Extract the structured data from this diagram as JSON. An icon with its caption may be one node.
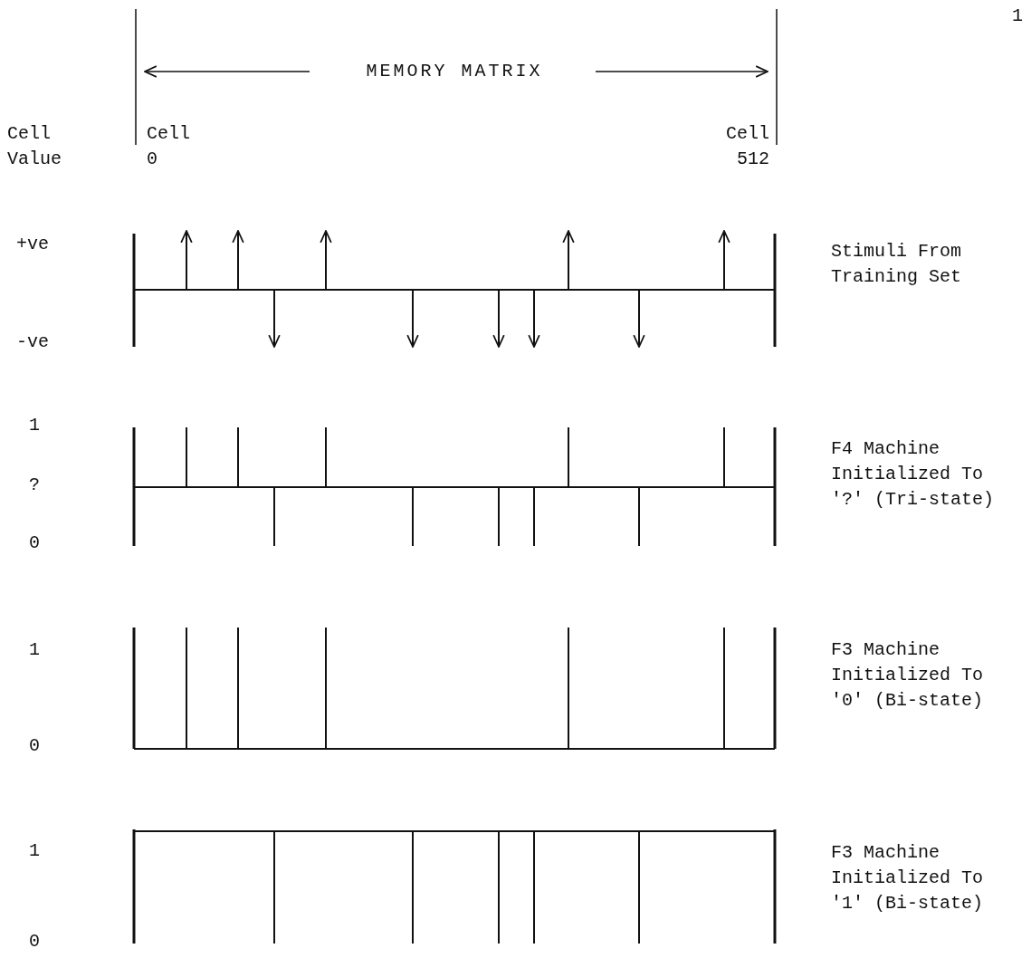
{
  "diagram": {
    "labels": [
      "1",
      "MEMORY MATRIX",
      "Cell Value",
      "Cell 0",
      "Cell 512",
      "+ve",
      "Stimuli From Training Set",
      "-ve",
      "1",
      "?",
      "F4 Machine Initialized To '?' (Tri-state)",
      "0",
      "1",
      "F3 Machine Initialized To '0' (Bi-state)",
      "0",
      "1",
      "F3 Machine Initialized To '1' (Bi-state)",
      "0"
    ]
  }
}
